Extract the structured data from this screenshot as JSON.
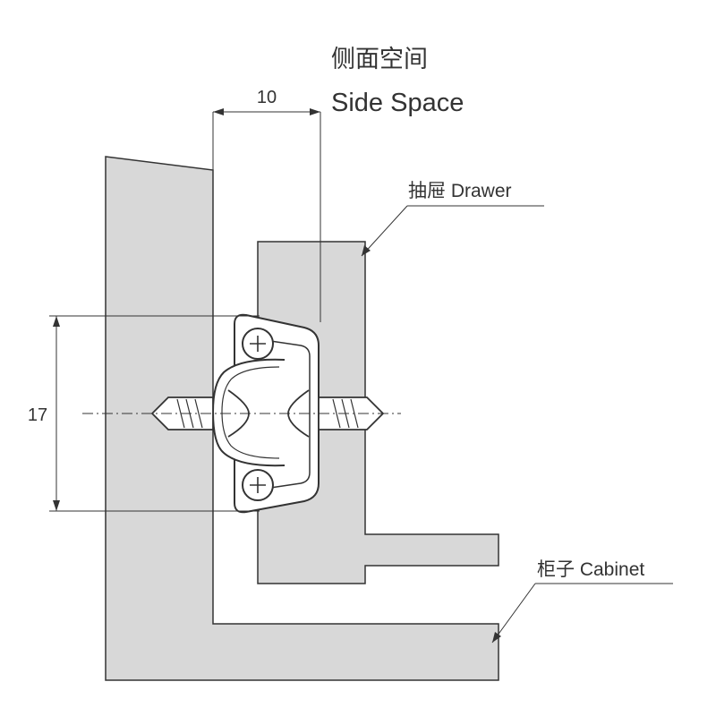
{
  "labels": {
    "side_space_cn": "侧面空间",
    "side_space_en": "Side Space",
    "drawer": "抽屉 Drawer",
    "cabinet": "柜子 Cabinet"
  },
  "dimensions": {
    "width": "10",
    "height": "17"
  },
  "colors": {
    "panel_fill": "#d8d8d8",
    "outline": "#333333",
    "background": "#ffffff"
  }
}
